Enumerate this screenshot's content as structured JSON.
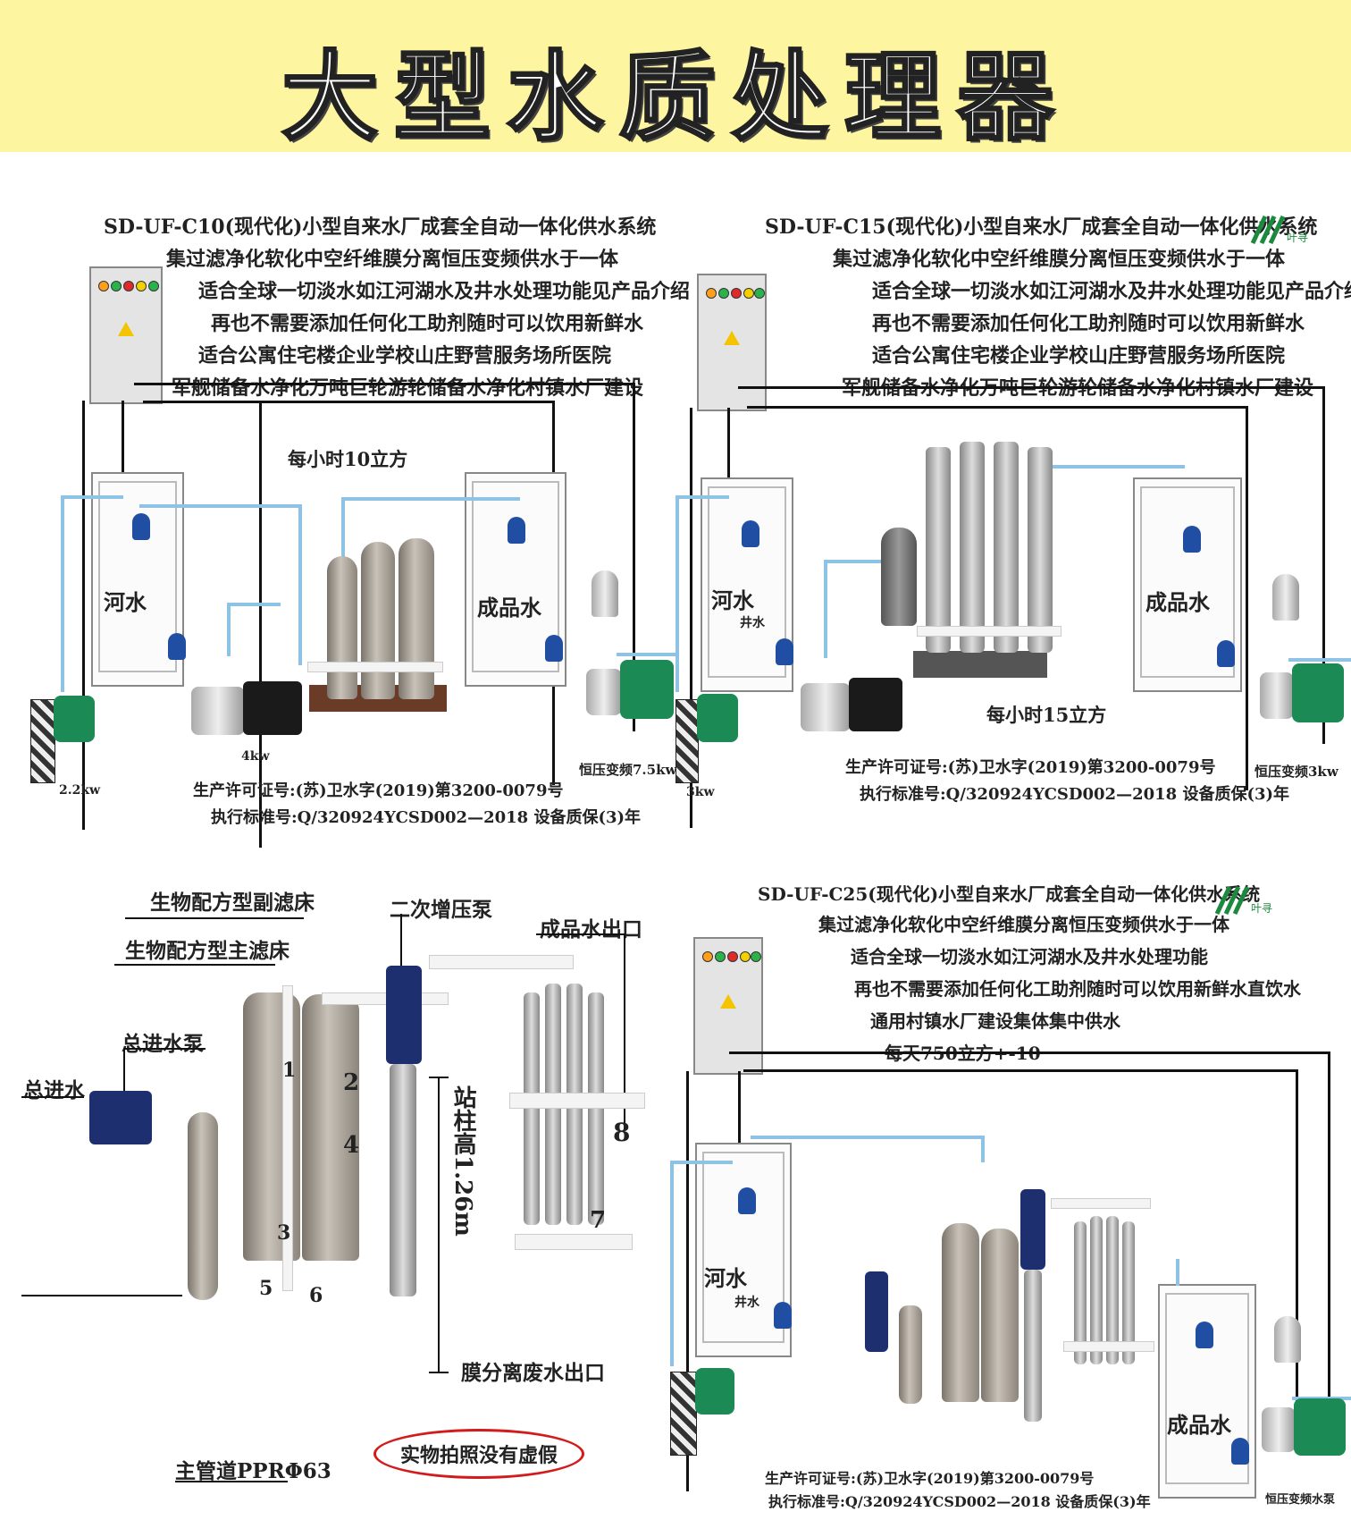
{
  "banner": {
    "title": "大型水质处理器"
  },
  "panel1": {
    "lines": [
      "SD-UF-C10(现代化)小型自来水厂成套全自动一体化供水系统",
      "集过滤净化软化中空纤维膜分离恒压变频供水于一体",
      "适合全球一切淡水如江河湖水及井水处理功能见产品介绍",
      "再也不需要添加任何化工助剂随时可以饮用新鲜水",
      "适合公寓住宅楼企业学校山庄野营服务场所医院",
      "军舰储备水净化万吨巨轮游轮储备水净化村镇水厂建设"
    ],
    "capacity": "每小时10立方",
    "tank_left": "河水",
    "tank_right": "成品水",
    "pump_left": "2.2kw",
    "pump_mid": "4kw",
    "pump_right": "恒压变频7.5kw",
    "license": "生产许可证号:(苏)卫水字(2019)第3200-0079号",
    "standard": "执行标准号:Q/320924YCSD002—2018 设备质保(3)年"
  },
  "panel2": {
    "lines": [
      "SD-UF-C15(现代化)小型自来水厂成套全自动一体化供水系统",
      "集过滤净化软化中空纤维膜分离恒压变频供水于一体",
      "适合全球一切淡水如江河湖水及井水处理功能见产品介绍",
      "再也不需要添加任何化工助剂随时可以饮用新鲜水",
      "适合公寓住宅楼企业学校山庄野营服务场所医院",
      "军舰储备水净化万吨巨轮游轮储备水净化村镇水厂建设"
    ],
    "logo_text": "叶寻",
    "capacity": "每小时15立方",
    "tank_left": "河水",
    "tank_left_sub": "井水",
    "tank_right": "成品水",
    "pump_left": "3kw",
    "pump_right": "恒压变频3kw",
    "license": "生产许可证号:(苏)卫水字(2019)第3200-0079号",
    "standard": "执行标准号:Q/320924YCSD002—2018 设备质保(3)年"
  },
  "panel3": {
    "labels": {
      "sub_filter": "生物配方型副滤床",
      "main_filter": "生物配方型主滤床",
      "booster": "二次增压泵",
      "outlet": "成品水出口",
      "inlet_pump": "总进水泵",
      "inlet": "总进水",
      "column_height": "站柱高1.26m",
      "waste_outlet": "膜分离废水出口",
      "main_pipe": "主管道PPRΦ63",
      "real_photo": "实物拍照没有虚假"
    },
    "numbers": [
      "1",
      "2",
      "3",
      "4",
      "5",
      "6",
      "7",
      "8"
    ]
  },
  "panel4": {
    "lines": [
      "SD-UF-C25(现代化)小型自来水厂成套全自动一体化供水系统",
      "集过滤净化软化中空纤维膜分离恒压变频供水于一体",
      "适合全球一切淡水如江河湖水及井水处理功能",
      "再也不需要添加任何化工助剂随时可以饮用新鲜水直饮水",
      "通用村镇水厂建设集体集中供水",
      "每天750立方+-10"
    ],
    "logo_text": "叶寻",
    "tank_left": "河水",
    "tank_left_sub": "井水",
    "tank_right": "成品水",
    "pump_right": "恒压变频水泵",
    "license": "生产许可证号:(苏)卫水字(2019)第3200-0079号",
    "standard": "执行标准号:Q/320924YCSD002—2018 设备质保(3)年"
  },
  "colors": {
    "banner": "#fdf5a0",
    "pipe": "#8ec3e6",
    "float": "#1f4ea3",
    "pump": "#1c8a55",
    "oval": "#d21c1c"
  }
}
